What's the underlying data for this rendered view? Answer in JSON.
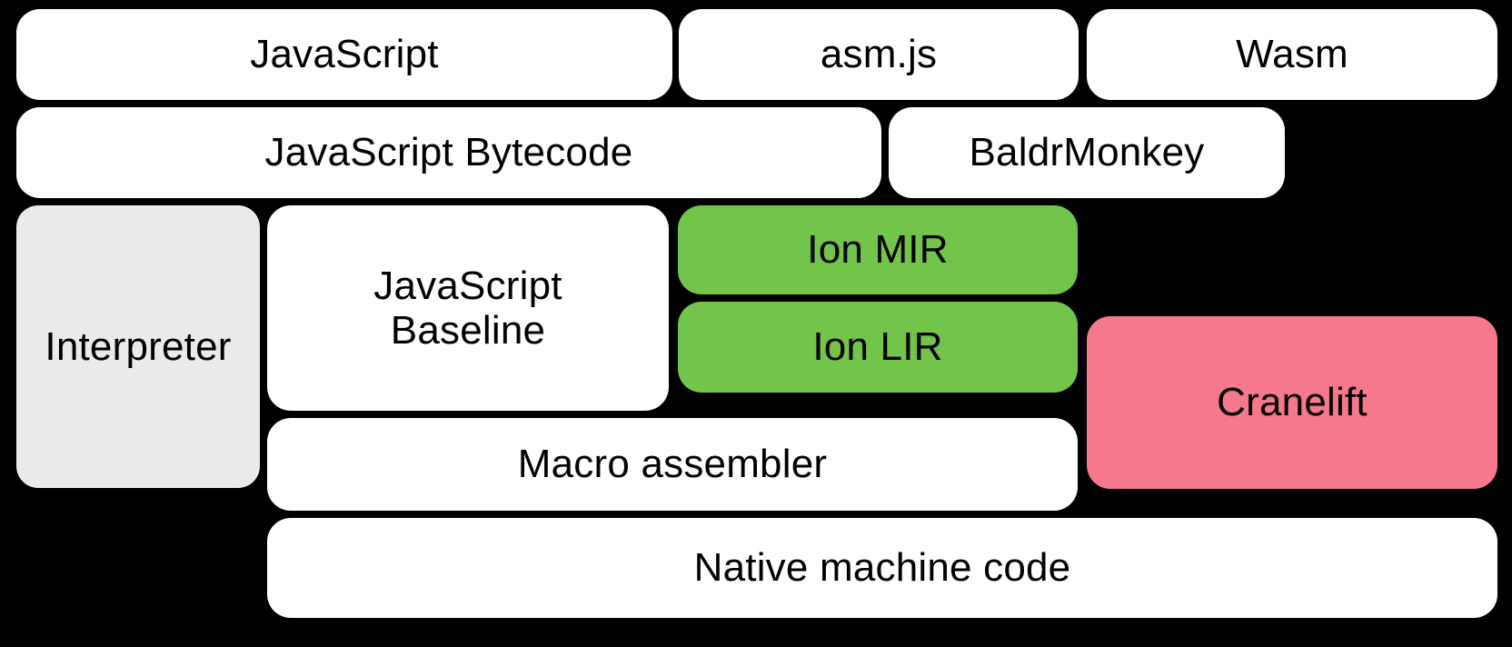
{
  "diagram": {
    "title": "SpiderMonkey JavaScript and WebAssembly compilation pipeline",
    "background_color": "#000000",
    "palette": {
      "white": "#FFFFFF",
      "gray": "#EAEAEA",
      "green": "#72C44A",
      "pink": "#F5788C",
      "text": "#000000"
    },
    "rows": [
      {
        "name": "source-languages",
        "nodes": [
          "javascript",
          "asm_js",
          "wasm"
        ]
      },
      {
        "name": "front-end-ir",
        "nodes": [
          "javascript_bytecode",
          "baldrmonkey"
        ]
      },
      {
        "name": "execution-tiers",
        "nodes": [
          "interpreter",
          "javascript_baseline",
          "ion_mir",
          "ion_lir",
          "macro_assembler",
          "cranelift"
        ]
      },
      {
        "name": "output",
        "nodes": [
          "native_machine_code"
        ]
      }
    ],
    "nodes": {
      "javascript": {
        "label": "JavaScript",
        "fill": "#FFFFFF"
      },
      "asm_js": {
        "label": "asm.js",
        "fill": "#FFFFFF"
      },
      "wasm": {
        "label": "Wasm",
        "fill": "#FFFFFF"
      },
      "javascript_bytecode": {
        "label": "JavaScript Bytecode",
        "fill": "#FFFFFF"
      },
      "baldrmonkey": {
        "label": "BaldrMonkey",
        "fill": "#FFFFFF"
      },
      "interpreter": {
        "label": "Interpreter",
        "fill": "#EAEAEA"
      },
      "javascript_baseline": {
        "label": "JavaScript\nBaseline",
        "fill": "#FFFFFF"
      },
      "ion_mir": {
        "label": "Ion MIR",
        "fill": "#72C44A"
      },
      "ion_lir": {
        "label": "Ion LIR",
        "fill": "#72C44A"
      },
      "macro_assembler": {
        "label": "Macro assembler",
        "fill": "#FFFFFF"
      },
      "cranelift": {
        "label": "Cranelift",
        "fill": "#F5788C"
      },
      "native_machine_code": {
        "label": "Native machine code",
        "fill": "#FFFFFF"
      }
    }
  }
}
